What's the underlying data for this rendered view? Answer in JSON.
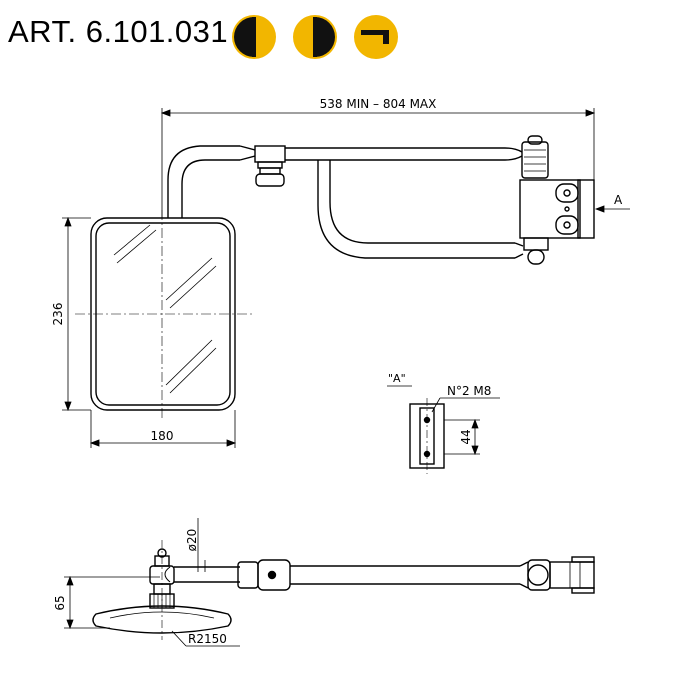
{
  "header": {
    "article_code": "ART. 6.101.031",
    "badges": [
      {
        "icon": "left-half-mirror-icon",
        "color": "#f2b600"
      },
      {
        "icon": "right-half-mirror-icon",
        "color": "#f2b600"
      },
      {
        "icon": "arm-bracket-icon",
        "color": "#f2b600"
      }
    ]
  },
  "dimensions": {
    "arm_length": "538 MIN – 804 MAX",
    "mirror_height": "236",
    "mirror_width": "180",
    "tube_diameter": "ø20",
    "mount_height": "65",
    "mirror_radius": "R2150"
  },
  "detail_a": {
    "view_label": "\"A\"",
    "bolt_spec": "N°2 M8",
    "hole_spacing": "44",
    "reference_letter": "A"
  }
}
